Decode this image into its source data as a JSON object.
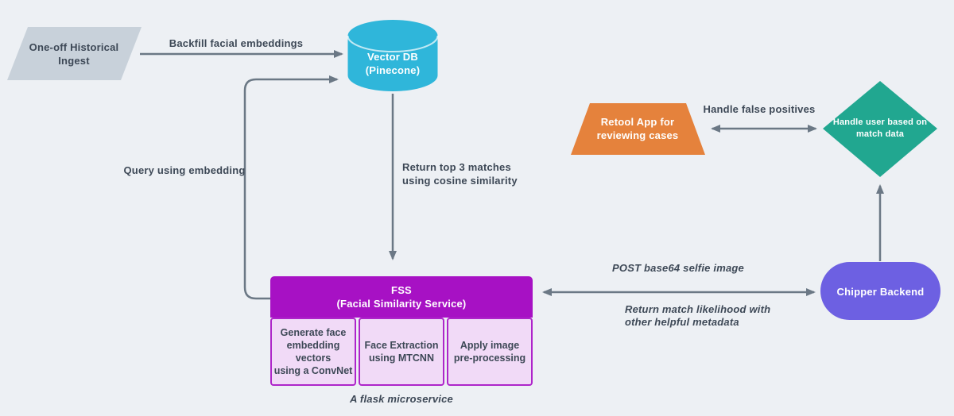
{
  "colors": {
    "bg": "#edf0f4",
    "arrow": "#6b7885",
    "label": "#3d4856",
    "node-ingest": "#c8d1da",
    "node-vectordb": "#2fb6da",
    "node-retool": "#e5823c",
    "node-decision": "#21a790",
    "node-chipper": "#6d60e2",
    "fss-header": "#a711c4",
    "fss-module-bg": "#f1daf7",
    "fss-module-border": "#ae25ca"
  },
  "nodes": {
    "ingest": {
      "label": "One-off Historical\nIngest"
    },
    "vector_db": {
      "label": "Vector DB\n(Pinecone)"
    },
    "retool": {
      "label": "Retool App for\nreviewing cases"
    },
    "decision": {
      "label": "Handle user based on\nmatch data"
    },
    "chipper": {
      "label": "Chipper Backend"
    },
    "fss": {
      "title": "FSS\n(Facial Similarity Service)",
      "modules": [
        {
          "label": "Generate face\nembedding\nvectors\nusing a ConvNet"
        },
        {
          "label": "Face Extraction\nusing MTCNN"
        },
        {
          "label": "Apply image\npre-processing"
        }
      ],
      "caption": "A flask microservice"
    }
  },
  "edges": {
    "backfill": {
      "label": "Backfill facial embeddings"
    },
    "query": {
      "label": "Query using embedding"
    },
    "top_matches": {
      "label": "Return top 3 matches\nusing cosine similarity"
    },
    "false_positives": {
      "label": "Handle false positives"
    },
    "post_selfie": {
      "label": "POST base64 selfie image"
    },
    "return_match": {
      "label": "Return match likelihood with\nother helpful metadata"
    }
  }
}
